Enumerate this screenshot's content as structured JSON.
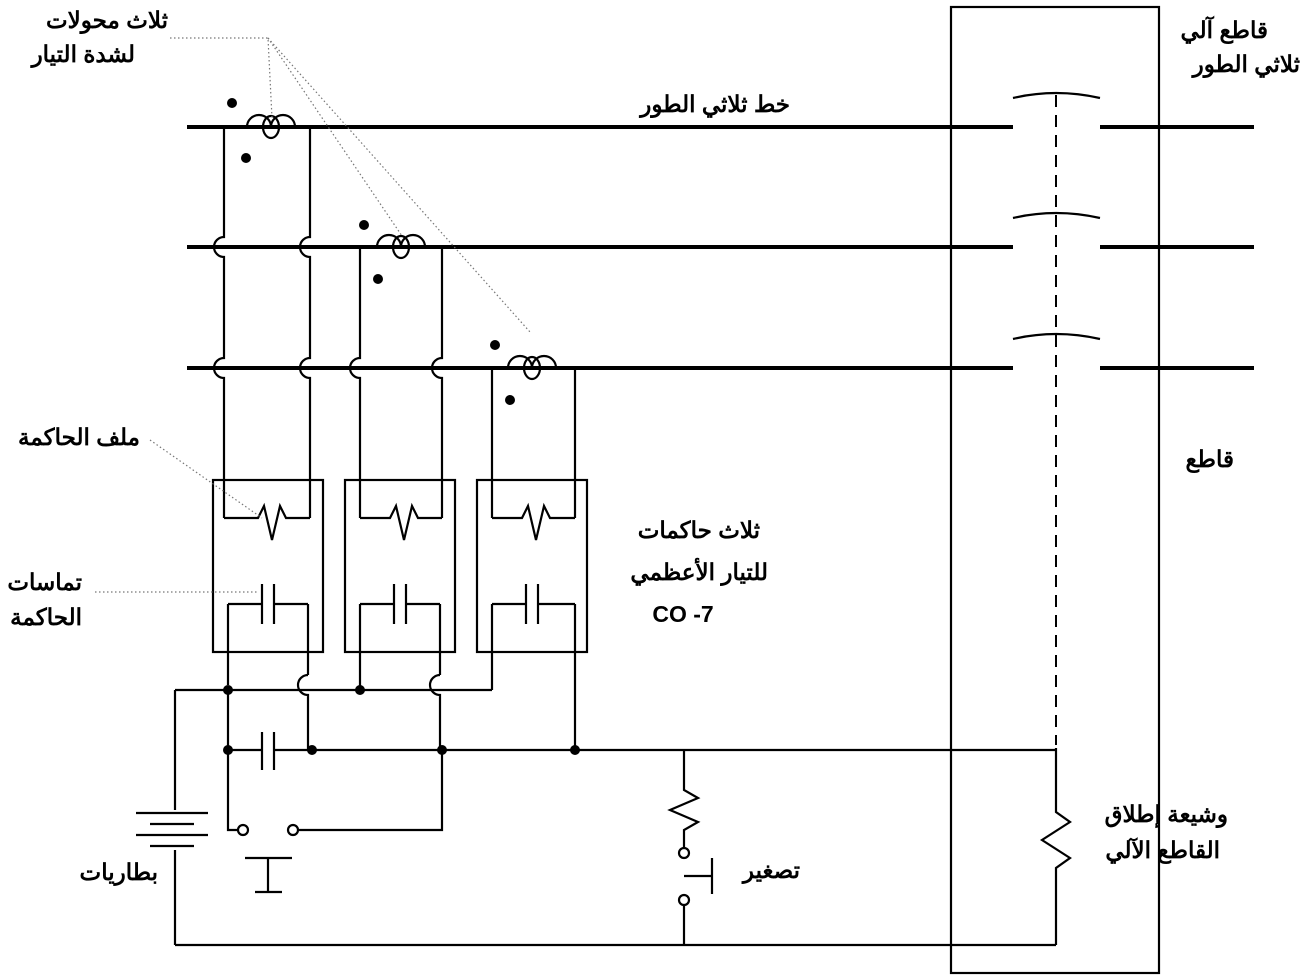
{
  "labels": {
    "ct_title_line1": "ثلاث محولات",
    "ct_title_line2": "لشدة التيار",
    "line_title": "خط ثلاثي الطور",
    "breaker_title_line1": "قاطع آلي",
    "breaker_title_line2": "ثلاثي الطور",
    "breaker_label": "قاطع",
    "relay_coil_label": "ملف الحاكمة",
    "relay_contacts_line1": "تماسات",
    "relay_contacts_line2": "الحاكمة",
    "relays_title_line1": "ثلاث حاكمات",
    "relays_title_line2": "للتيار الأعظمي",
    "relays_model": "CO -7",
    "trip_coil_line1": "وشيعة إطلاق",
    "trip_coil_line2": "القاطع الآلي",
    "batteries_label": "بطاريات",
    "reduction_label": "تصغير"
  }
}
